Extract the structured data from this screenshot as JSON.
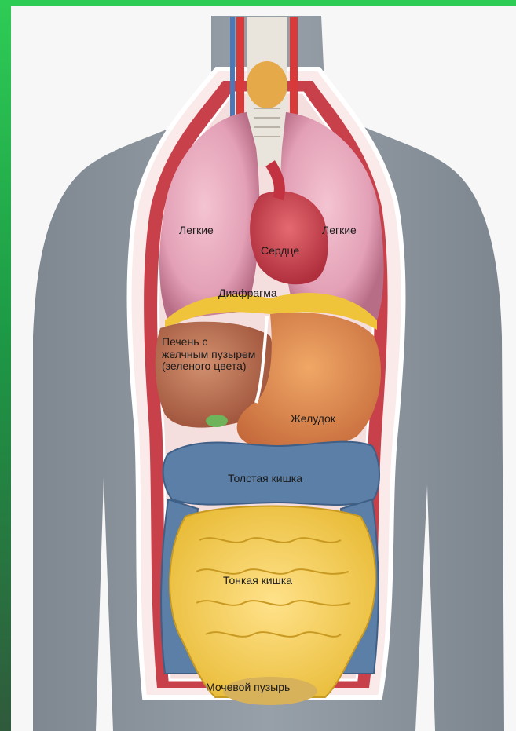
{
  "labels": {
    "lung_left": "Легкие",
    "lung_right": "Легкие",
    "heart": "Сердце",
    "diaphragm": "Диафрагма",
    "liver": "Печень с желчным пузырем (зеленого цвета)",
    "stomach": "Желудок",
    "large_intestine": "Толстая кишка",
    "small_intestine": "Тонкая кишка",
    "bladder": "Мочевой пузырь"
  },
  "colors": {
    "frame": "#1fa24a",
    "body_skin": "#8a939c",
    "lungs": "#e7a0b7",
    "heart": "#c9434f",
    "diaphragm": "#f0c43a",
    "liver": "#b86648",
    "stomach": "#e0874a",
    "large_intestine": "#5b7fa6",
    "small_intestine": "#f4cb3c",
    "vessels": "#d83a3a"
  }
}
